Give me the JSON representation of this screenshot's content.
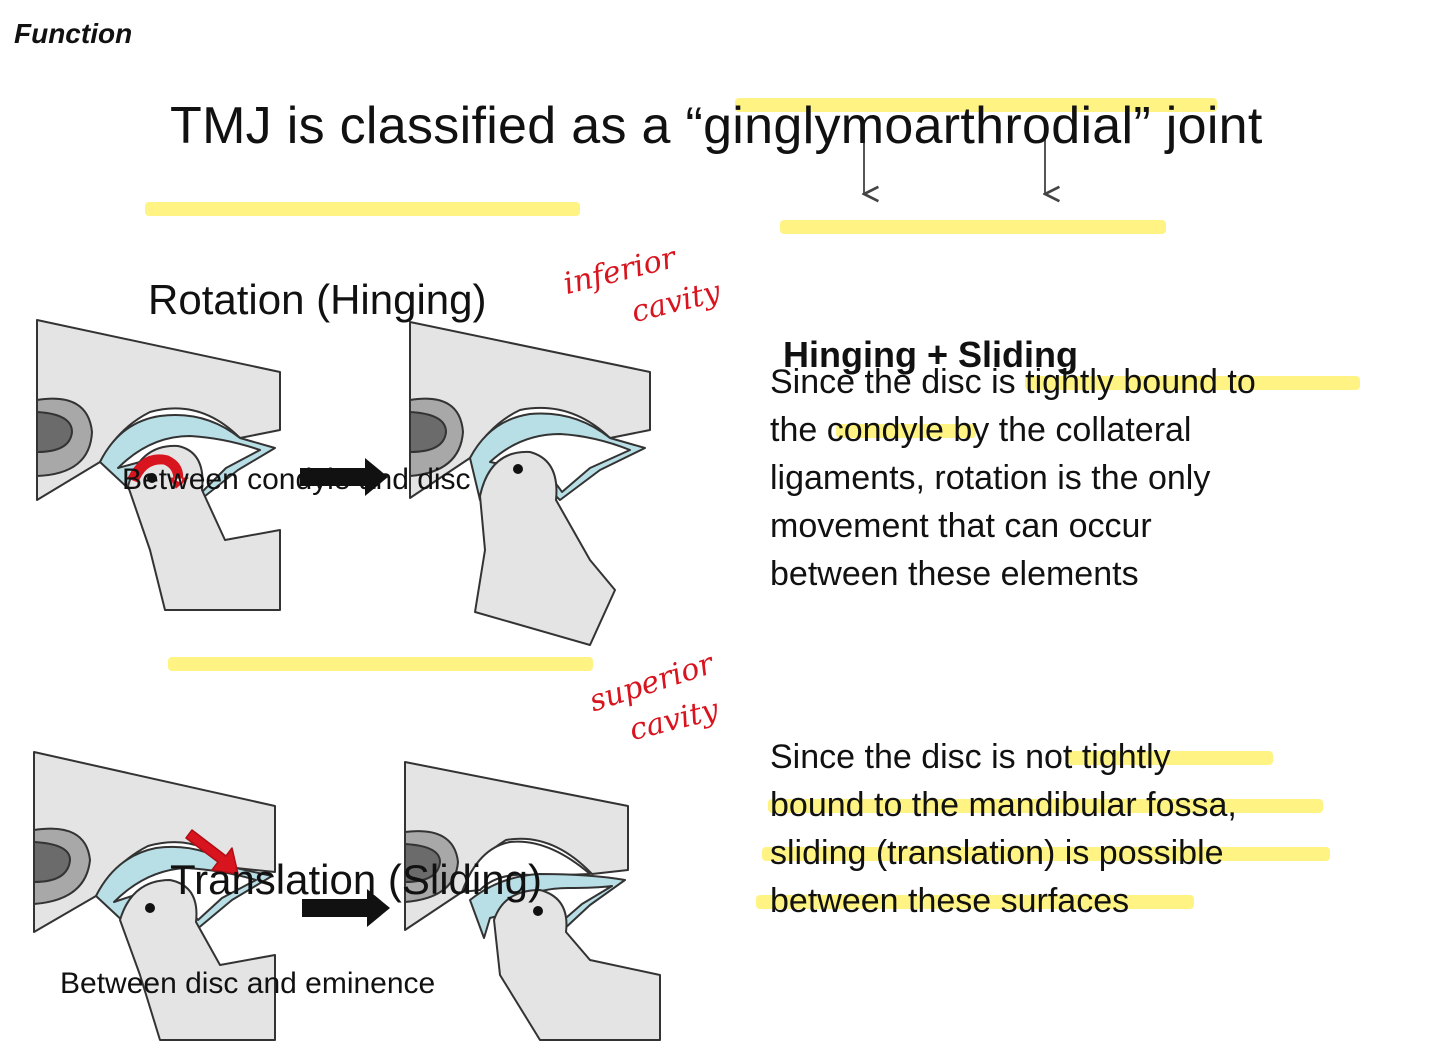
{
  "section_label": "Function",
  "title": "TMJ is classified as a “ginglymoarthrodial” joint",
  "combined_label": "Hinging + Sliding",
  "rotation": {
    "heading": "Rotation (Hinging)",
    "subtitle": "Between condyle and disc",
    "note_line1": "inferior",
    "note_line2": "cavity",
    "paragraph": [
      "Since the disc is tightly bound to",
      "the condyle by the collateral",
      "ligaments, rotation is the only",
      "movement that can occur",
      "between these elements"
    ]
  },
  "translation": {
    "heading": "Translation (Sliding)",
    "subtitle": "Between disc and eminence",
    "note_line1": "superior",
    "note_line2": "cavity",
    "paragraph": [
      "Since the disc is not tightly",
      "bound to the mandibular fossa,",
      "sliding (translation) is possible",
      "between these surfaces"
    ]
  },
  "colors": {
    "highlight": "#fff05a",
    "annotation": "#d8141e",
    "bone": "#e4e4e4",
    "disc": "#b9dfe6",
    "arrow": "#111111"
  }
}
